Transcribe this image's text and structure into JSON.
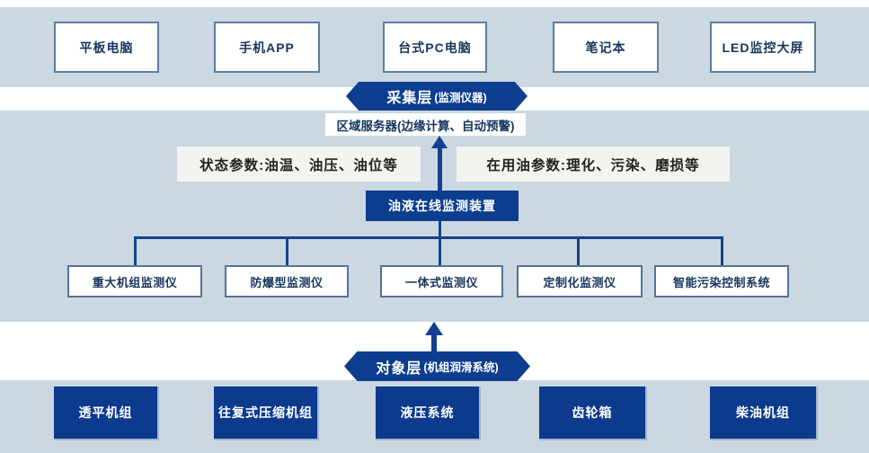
{
  "diagram": {
    "colors": {
      "band_bg": "#cbd8e1",
      "navy": "#0d3d8e",
      "box_border": "#51749c",
      "box_text": "#17365d",
      "label_bg": "#f3f3ef"
    },
    "top_row": {
      "items": [
        {
          "label": "平板电脑"
        },
        {
          "label": "手机APP"
        },
        {
          "label": "台式PC电脑"
        },
        {
          "label": "笔记本"
        },
        {
          "label": "LED监控大屏"
        }
      ]
    },
    "collection_layer": {
      "title": "采集层",
      "subtitle": "(监测仪器)"
    },
    "server": {
      "label": "区域服务器(边缘计算、自动预警)"
    },
    "params": {
      "left": "状态参数:油温、油压、油位等",
      "right": "在用油参数:理化、污染、磨损等"
    },
    "device": {
      "label": "油液在线监测装置"
    },
    "monitors": {
      "items": [
        {
          "label": "重大机组监测仪"
        },
        {
          "label": "防爆型监测仪"
        },
        {
          "label": "一体式监测仪"
        },
        {
          "label": "定制化监测仪"
        },
        {
          "label": "智能污染控制系统"
        }
      ]
    },
    "object_layer": {
      "title": "对象层",
      "subtitle": "(机组润滑系统)"
    },
    "bottom_row": {
      "items": [
        {
          "label": "透平机组"
        },
        {
          "label": "往复式压缩机组"
        },
        {
          "label": "液压系统"
        },
        {
          "label": "齿轮箱"
        },
        {
          "label": "柴油机组"
        }
      ]
    }
  }
}
